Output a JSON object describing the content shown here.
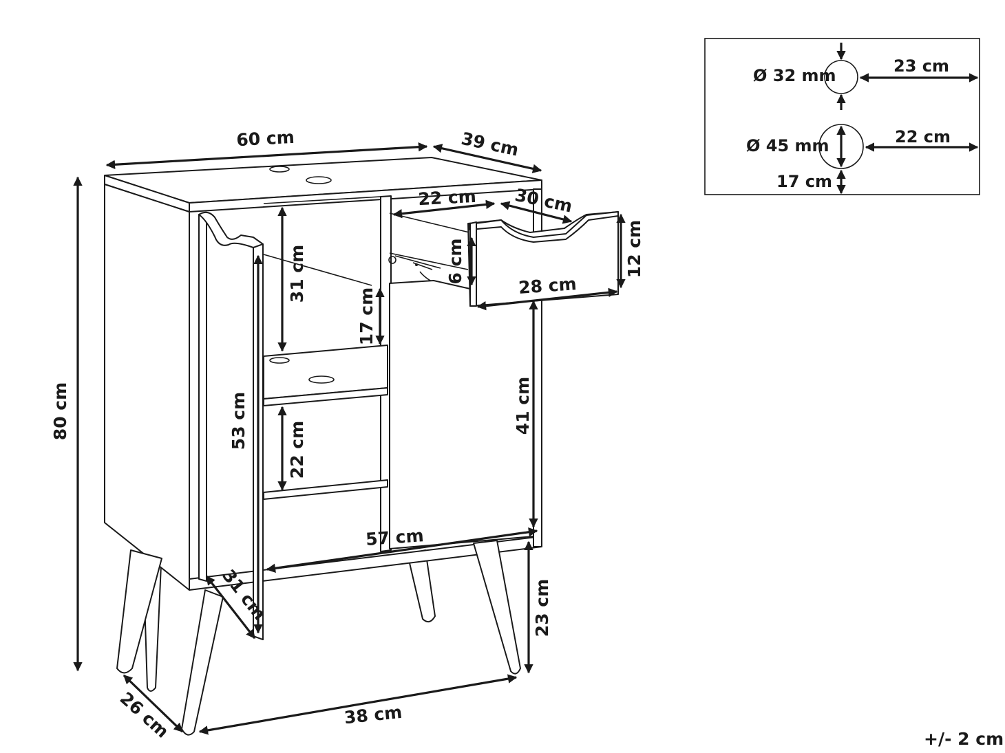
{
  "dimensions": {
    "width": "60 cm",
    "depth_top": "39 cm",
    "height_total": "80 cm",
    "shelf_upper": "31 cm",
    "shelf_mid": "17 cm",
    "drawer_depth": "22 cm",
    "drawer_width": "30 cm",
    "drawer_inner_height": "6 cm",
    "drawer_height": "12 cm",
    "drawer_front": "28 cm",
    "door_height": "53 cm",
    "shelf_lower": "22 cm",
    "right_door_height": "41 cm",
    "inner_width": "57 cm",
    "door_width": "31 cm",
    "leg_height": "23 cm",
    "leg_depth": "26 cm",
    "leg_width": "38 cm"
  },
  "holes": {
    "small_diameter": "Ø 32 mm",
    "small_offset": "23 cm",
    "large_diameter": "Ø 45 mm",
    "large_offset": "22 cm",
    "large_vertical": "17 cm"
  },
  "tolerance": "+/- 2 cm"
}
